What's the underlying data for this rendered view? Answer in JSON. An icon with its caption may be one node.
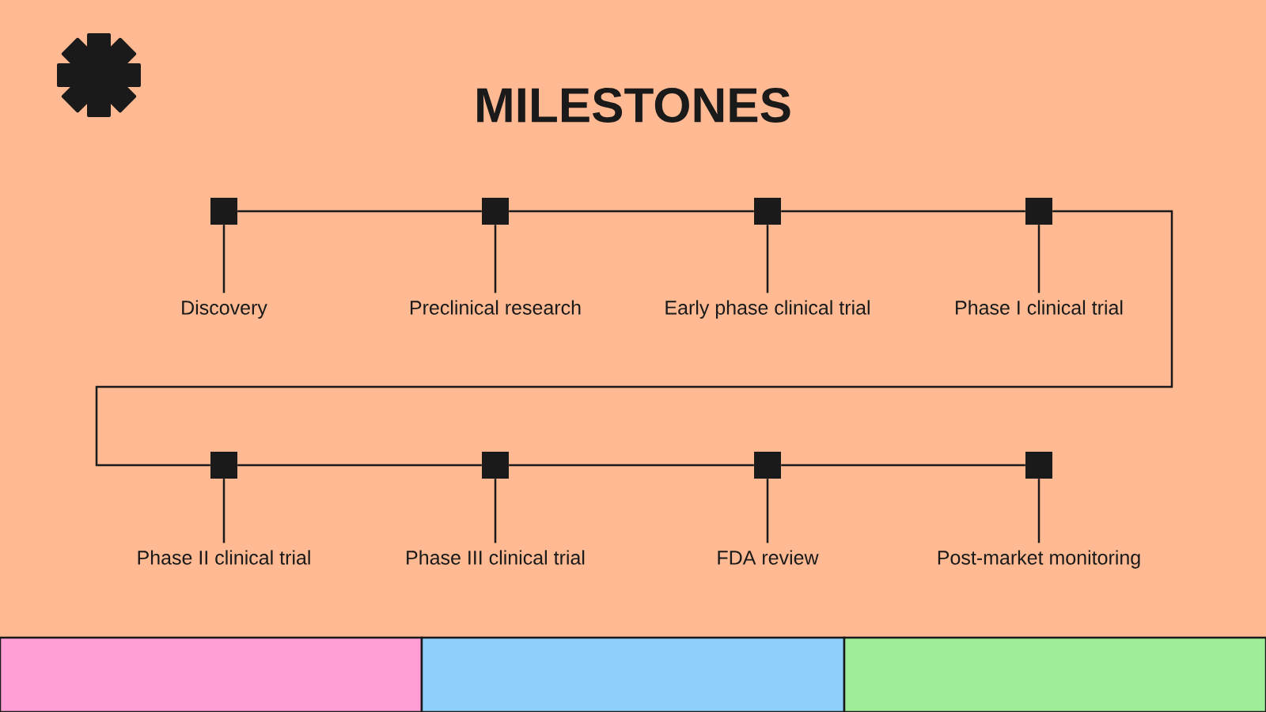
{
  "diagram": {
    "title": "MILESTONES",
    "nodes": [
      {
        "text": [],
        "shape": "box"
      },
      {
        "text": [],
        "shape": "box"
      },
      {
        "text": [],
        "shape": "box"
      },
      {
        "text": [],
        "shape": "box"
      },
      {
        "text": [
          "Discovery"
        ]
      },
      {
        "text": [
          "Preclinical research"
        ]
      },
      {
        "text": [
          "Early phase clinical trial"
        ]
      },
      {
        "text": [
          "Phase I clinical trial"
        ]
      },
      {
        "text": [],
        "shape": "box"
      },
      {
        "text": [],
        "shape": "box"
      },
      {
        "text": [],
        "shape": "box"
      },
      {
        "text": [],
        "shape": "box"
      },
      {
        "text": [
          "Phase II clinical trial"
        ]
      },
      {
        "text": [
          "Phase III clinical trial"
        ]
      },
      {
        "text": [
          "FDA review"
        ]
      },
      {
        "text": [
          "Post-market monitoring"
        ]
      }
    ],
    "edges": [
      {
        "from": 0,
        "to": 1,
        "arrow": "none"
      },
      {
        "from": 1,
        "to": 2,
        "arrow": "none"
      },
      {
        "from": 2,
        "to": 3,
        "arrow": "none"
      },
      {
        "from": 3,
        "to": 8,
        "arrow": "none"
      },
      {
        "from": 8,
        "to": 9,
        "arrow": "none"
      },
      {
        "from": 9,
        "to": 10,
        "arrow": "none"
      },
      {
        "from": 10,
        "to": 11,
        "arrow": "none"
      },
      {
        "from": 0,
        "to": 4,
        "arrow": "none"
      },
      {
        "from": 1,
        "to": 5,
        "arrow": "none"
      },
      {
        "from": 2,
        "to": 6,
        "arrow": "none"
      },
      {
        "from": 3,
        "to": 7,
        "arrow": "none"
      },
      {
        "from": 8,
        "to": 12,
        "arrow": "none"
      },
      {
        "from": 9,
        "to": 13,
        "arrow": "none"
      },
      {
        "from": 10,
        "to": 14,
        "arrow": "none"
      },
      {
        "from": 11,
        "to": 15,
        "arrow": "none"
      }
    ]
  }
}
